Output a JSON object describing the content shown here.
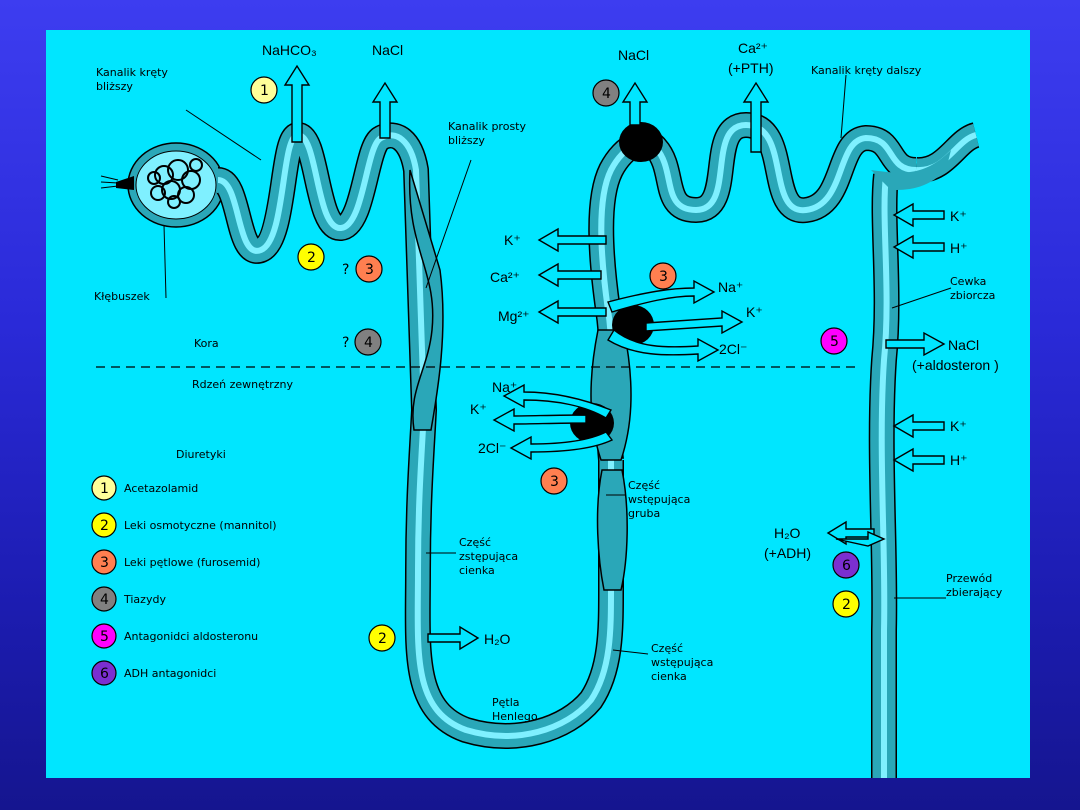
{
  "labels": {
    "proximal_convoluted": [
      "Kanalik kręty",
      "bliższy"
    ],
    "proximal_straight": [
      "Kanalik prosty",
      "bliższy"
    ],
    "distal_convoluted": "Kanalik kręty dalszy",
    "glomerulus": "Kłębuszek",
    "cortex": "Kora",
    "outer_medulla": "Rdzeń zewnętrzny",
    "collecting_tubule": [
      "Cewka",
      "zbiorcza"
    ],
    "thick_ascending": [
      "Część",
      "wstępująca",
      "gruba"
    ],
    "thin_descending": [
      "Część",
      "zstępująca",
      "cienka"
    ],
    "thin_ascending": [
      "Część",
      "wstępująca",
      "cienka"
    ],
    "loop_of_henle": [
      "Pętla",
      "Henlego"
    ],
    "collecting_duct": [
      "Przewód",
      "zbierający"
    ]
  },
  "ions": {
    "nahco3": "NaHCO₃",
    "nacl_prox": "NaCl",
    "nacl_distal": "NaCl",
    "ca_pth": [
      "Ca²⁺",
      "(+PTH)"
    ],
    "tal_upper": [
      "K⁺",
      "Ca²⁺",
      "Mg²⁺"
    ],
    "tal_upper_right": [
      "Na⁺",
      "K⁺",
      "2Cl⁻"
    ],
    "tal_lower": [
      "Na⁺",
      "K⁺",
      "2Cl⁻"
    ],
    "cd_upper": [
      "K⁺",
      "H⁺"
    ],
    "cd_nacl": [
      "NaCl",
      "(+aldosteron )"
    ],
    "cd_lower": [
      "K⁺",
      "H⁺"
    ],
    "h2o_adh": [
      "H₂O",
      "(+ADH)"
    ],
    "h2o_loop": "H₂O"
  },
  "markers": {
    "q": "?",
    "n1": "1",
    "n2": "2",
    "n3": "3",
    "n4": "4",
    "n5": "5",
    "n6": "6"
  },
  "legend": {
    "title": "Diuretyki",
    "items": [
      {
        "num": "1",
        "label": "Acetazolamid",
        "color": "#ffff99"
      },
      {
        "num": "2",
        "label": "Leki osmotyczne (mannitol)",
        "color": "#ffff00"
      },
      {
        "num": "3",
        "label": "Leki pętlowe (furosemid)",
        "color": "#ff7f50"
      },
      {
        "num": "4",
        "label": "Tiazydy",
        "color": "#808080"
      },
      {
        "num": "5",
        "label": "Antagonidci aldosteronu",
        "color": "#ff00ff"
      },
      {
        "num": "6",
        "label": "ADH antagonidci",
        "color": "#7b2fd0"
      }
    ]
  },
  "colors": {
    "panel": "#00e6ff",
    "tubule": "#2aa7b8",
    "lumen": "#7ff0ff",
    "yellow_light": "#ffff99",
    "yellow": "#ffff00",
    "orange": "#ff7f50",
    "gray": "#808080",
    "magenta": "#ff00ff",
    "purple": "#7b2fd0"
  }
}
